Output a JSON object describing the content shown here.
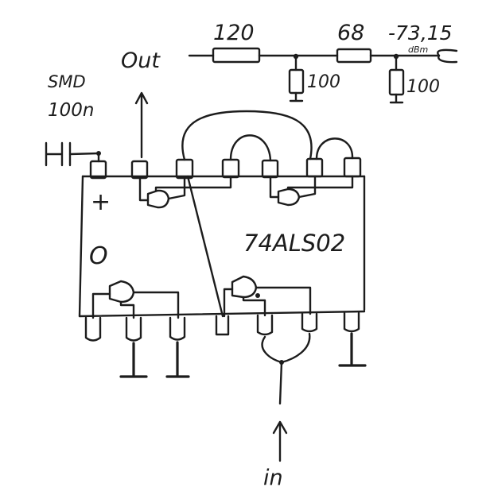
{
  "labels": {
    "resistor_1": "120",
    "resistor_2": "68",
    "resistor_3": "100",
    "resistor_4": "100",
    "voltage": "-73,15",
    "voltage_sub": "dBm",
    "output": "Out",
    "capacitor_value_1": "SMD",
    "capacitor_value_2": "100n",
    "chip_part": "74ALS02",
    "plus_marker": "+",
    "pin1_marker": "O",
    "input": "in"
  },
  "colors": {
    "ink": "#1c1c1c",
    "paper": "#ffffff"
  }
}
